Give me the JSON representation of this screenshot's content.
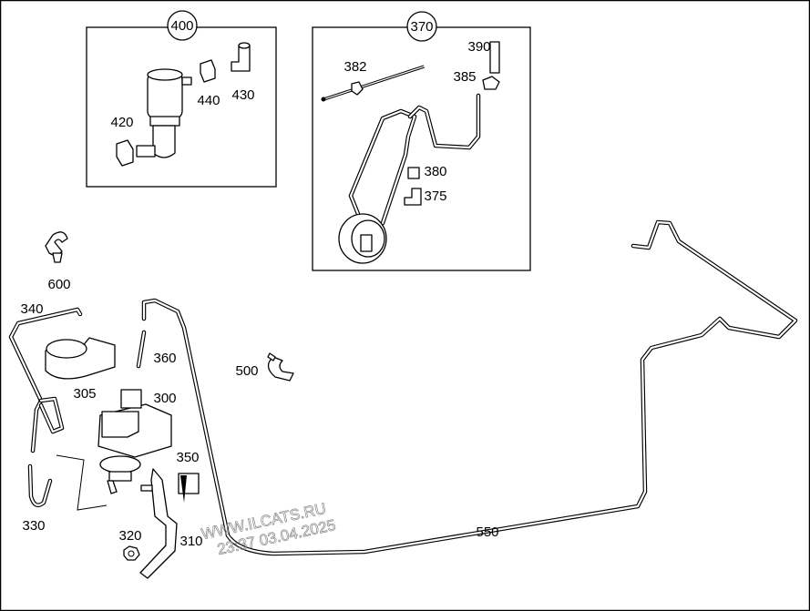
{
  "diagram": {
    "groups": [
      {
        "id": "400",
        "items": [
          "420",
          "430",
          "440"
        ]
      },
      {
        "id": "370",
        "items": [
          "375",
          "380",
          "382",
          "385",
          "390"
        ]
      }
    ],
    "labels": {
      "p390": "390",
      "p382": "382",
      "p385": "385",
      "p440": "440",
      "p430": "430",
      "p420": "420",
      "p380": "380",
      "p375": "375",
      "p600": "600",
      "p340": "340",
      "p360": "360",
      "p500": "500",
      "p305": "305",
      "p300": "300",
      "p350": "350",
      "p330": "330",
      "p320": "320",
      "p310": "310",
      "p550": "550"
    },
    "watermark": {
      "line1": "WWW.ILCATS.RU",
      "line2": "23:37 03.04.2025"
    }
  }
}
